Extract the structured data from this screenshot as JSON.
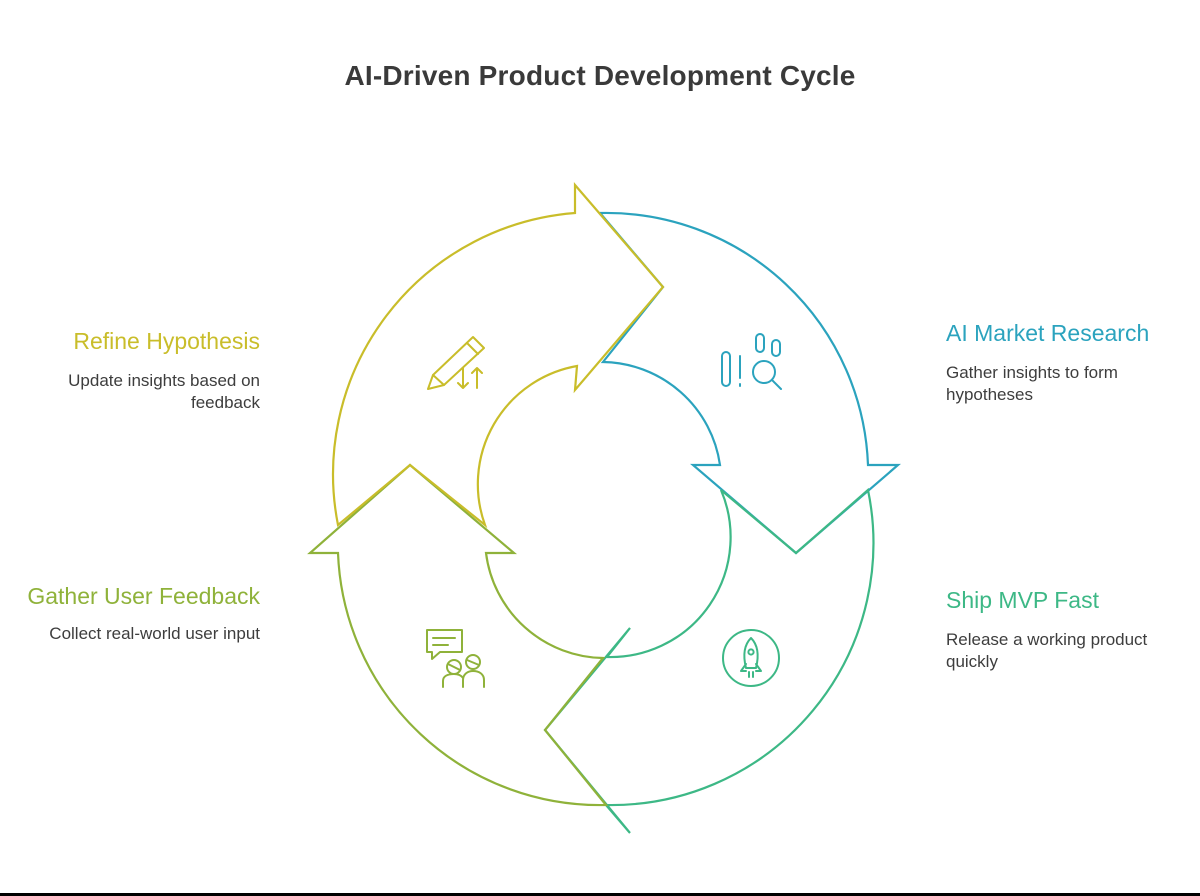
{
  "title": "AI-Driven Product Development Cycle",
  "colors": {
    "refine": "#c9bd2a",
    "market": "#2ba3be",
    "ship": "#3db886",
    "feedback": "#8fb23a"
  },
  "steps": [
    {
      "key": "market",
      "title": "AI Market Research",
      "description": "Gather insights to form hypotheses",
      "icon": "market-research-icon"
    },
    {
      "key": "ship",
      "title": "Ship MVP Fast",
      "description": "Release a working product quickly",
      "icon": "rocket-icon"
    },
    {
      "key": "feedback",
      "title": "Gather User Feedback",
      "description": "Collect real-world user input",
      "icon": "user-feedback-icon"
    },
    {
      "key": "refine",
      "title": "Refine Hypothesis",
      "description": "Update insights based on feedback",
      "icon": "pencil-edit-icon"
    }
  ]
}
